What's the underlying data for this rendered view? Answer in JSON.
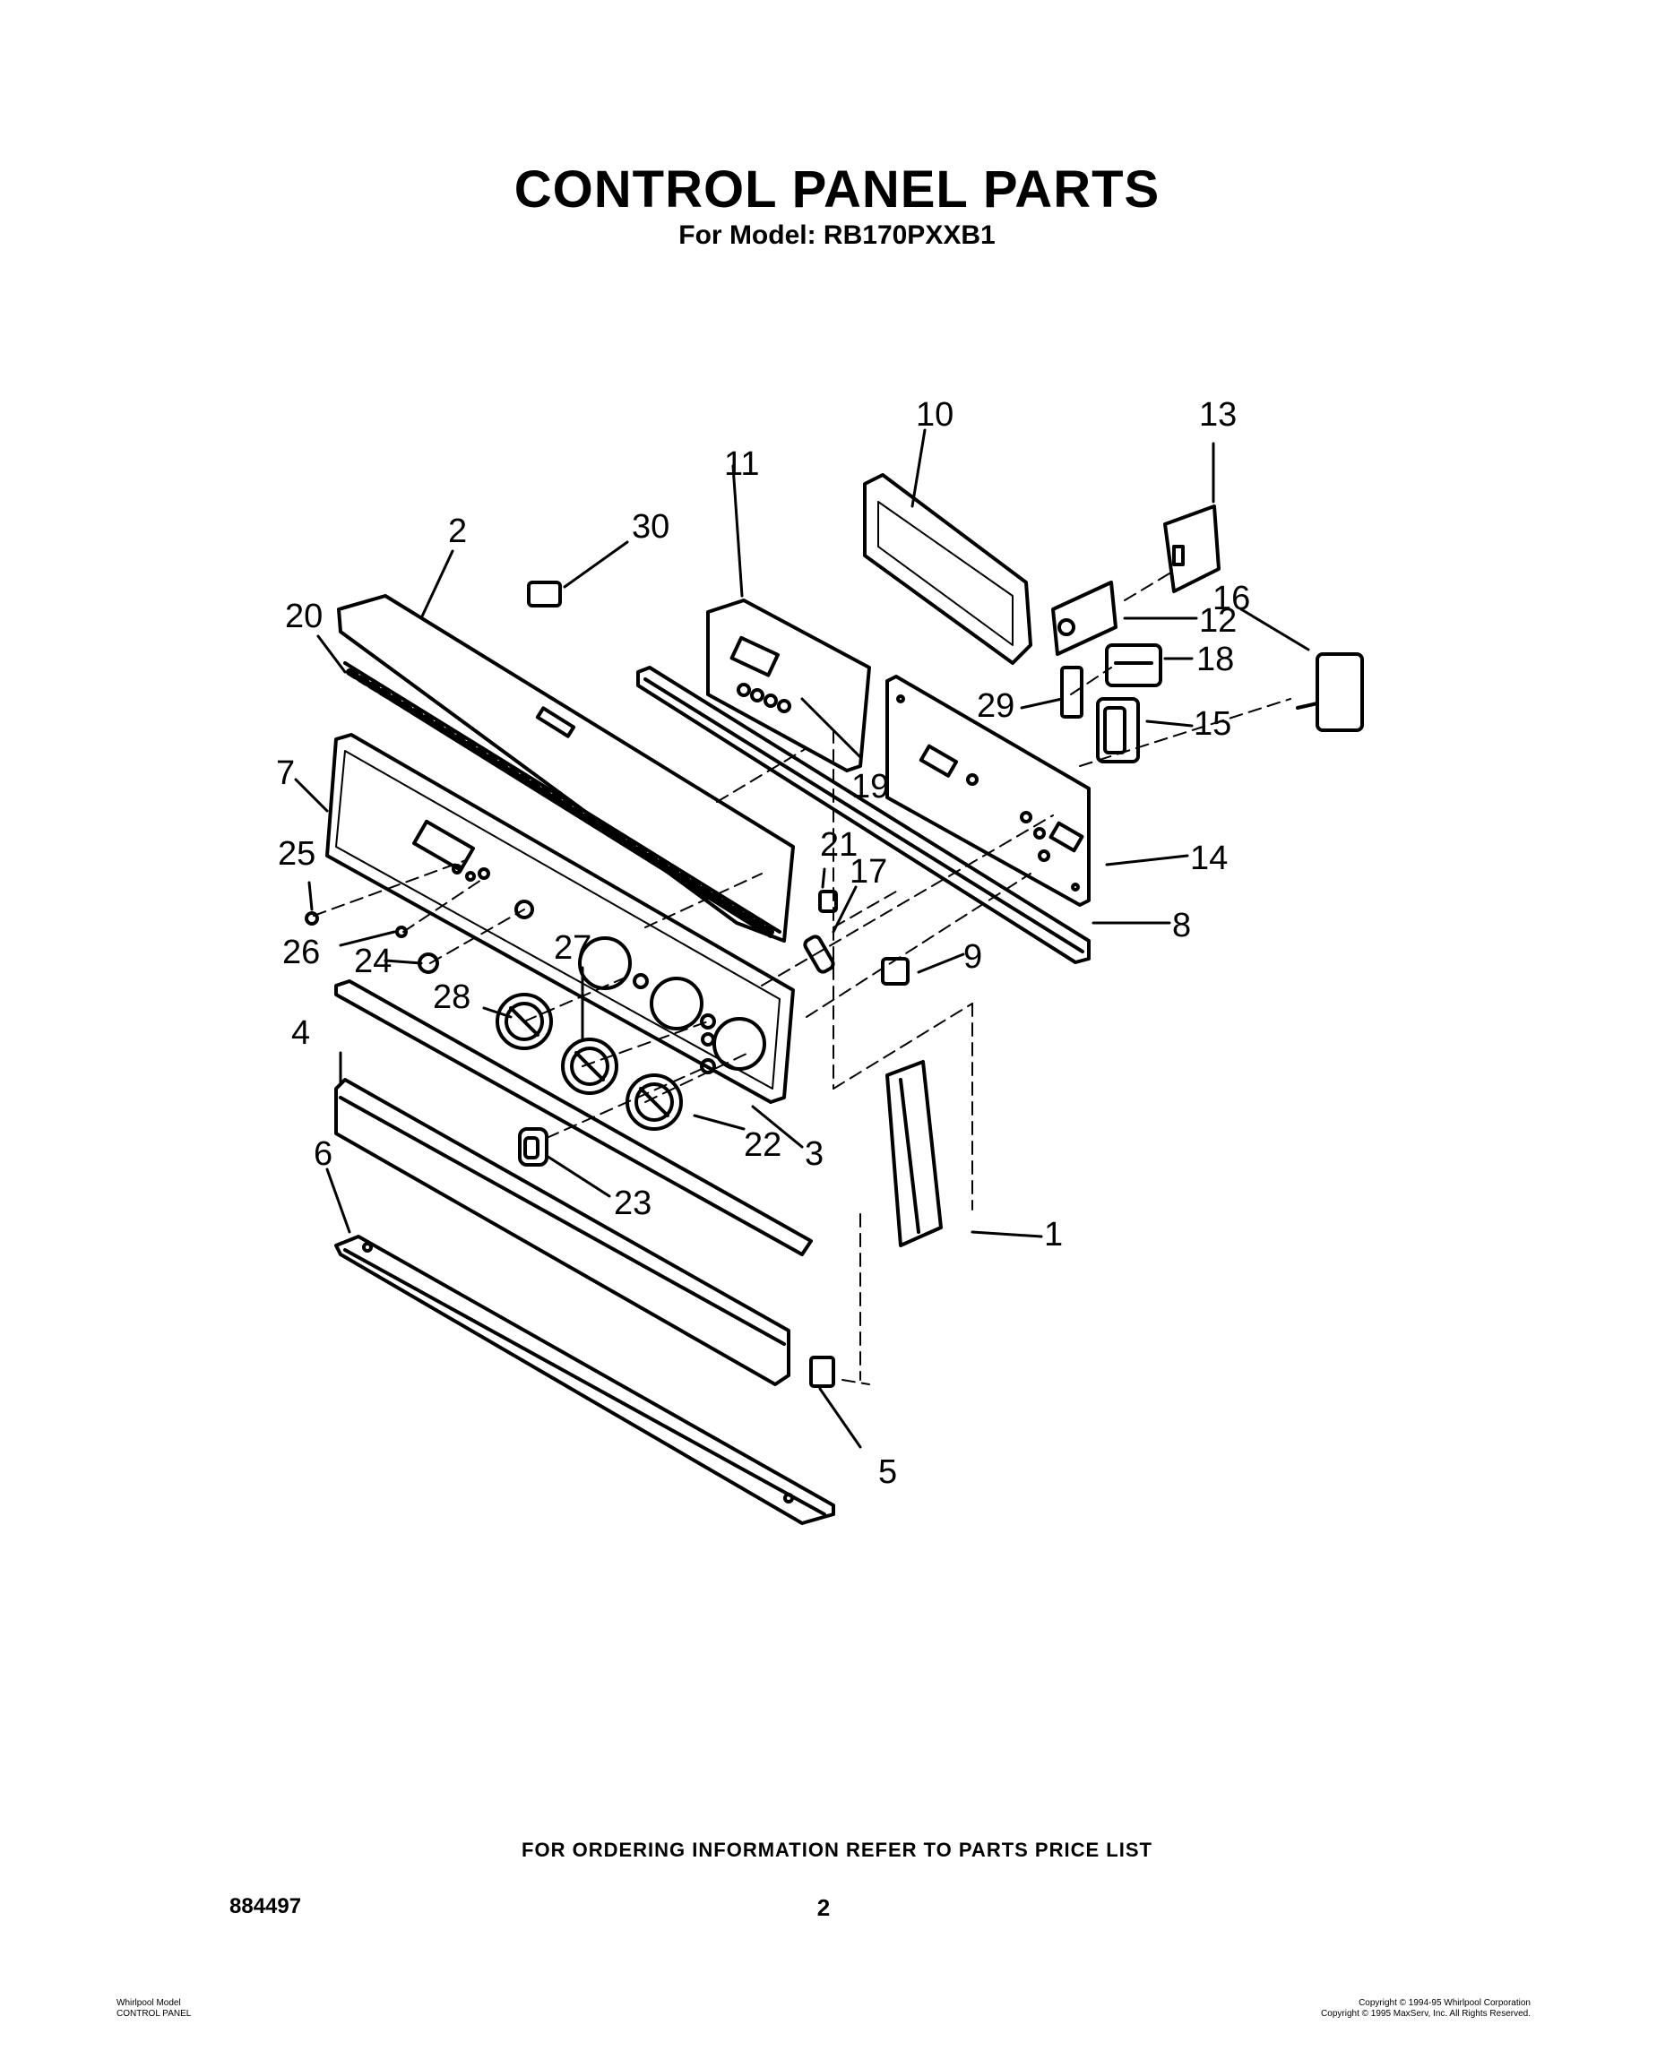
{
  "header": {
    "title": "CONTROL PANEL PARTS",
    "subtitle": "For Model: RB170PXXB1"
  },
  "callouts": [
    "1",
    "2",
    "3",
    "4",
    "5",
    "6",
    "7",
    "8",
    "9",
    "10",
    "11",
    "12",
    "13",
    "14",
    "15",
    "16",
    "17",
    "18",
    "19",
    "20",
    "21",
    "22",
    "23",
    "24",
    "25",
    "26",
    "27",
    "28",
    "29",
    "30"
  ],
  "footer": {
    "ordering_note": "FOR ORDERING INFORMATION REFER TO PARTS PRICE LIST",
    "document_number": "884497",
    "page_number": "2",
    "left_corner": [
      "Whirlpool Model",
      "CONTROL PANEL"
    ],
    "right_corner": [
      "Copyright © 1994-95 Whirlpool Corporation",
      "Copyright © 1995 MaxServ, Inc. All Rights Reserved."
    ]
  }
}
